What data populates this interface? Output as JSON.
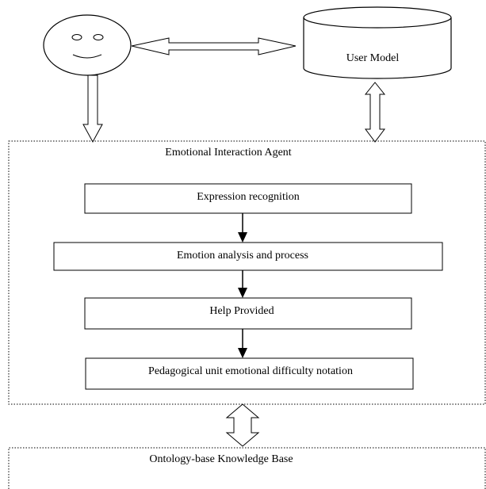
{
  "diagram": {
    "user_model_label": "User Model",
    "agent_title": "Emotional Interaction Agent",
    "steps": [
      "Expression recognition",
      "Emotion analysis and process",
      "Help Provided",
      "Pedagogical unit emotional difficulty notation"
    ],
    "knowledge_base_title": "Ontology-base Knowledge Base"
  }
}
